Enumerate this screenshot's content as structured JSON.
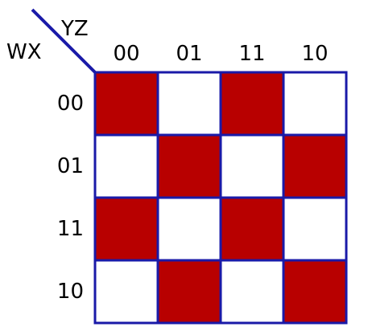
{
  "row_variables": "WX",
  "col_variables": "YZ",
  "col_labels": [
    "00",
    "01",
    "11",
    "10"
  ],
  "row_labels": [
    "00",
    "01",
    "11",
    "10"
  ],
  "cells": [
    [
      1,
      0,
      1,
      0
    ],
    [
      0,
      1,
      0,
      1
    ],
    [
      1,
      0,
      1,
      0
    ],
    [
      0,
      1,
      0,
      1
    ]
  ],
  "colors": {
    "filled": "#b80000",
    "empty": "#ffffff",
    "border": "#1a1aa8"
  }
}
